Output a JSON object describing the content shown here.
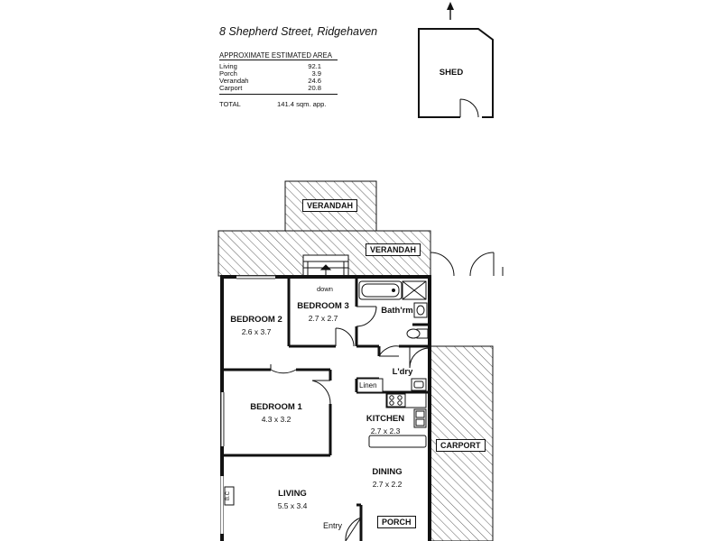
{
  "header": {
    "address": "8 Shepherd Street, Ridgehaven"
  },
  "area_table": {
    "heading": "APPROXIMATE ESTIMATED AREA",
    "rows": [
      {
        "name": "Living",
        "value": "92.1"
      },
      {
        "name": "Porch",
        "value": "3.9"
      },
      {
        "name": "Verandah",
        "value": "24.6"
      },
      {
        "name": "Carport",
        "value": "20.8"
      }
    ],
    "total_label": "TOTAL",
    "total_value": "141.4 sqm. app."
  },
  "rooms": {
    "shed": "SHED",
    "verandah_top": "VERANDAH",
    "verandah_main": "VERANDAH",
    "bedroom2": {
      "name": "BEDROOM 2",
      "dims": "2.6 x 3.7"
    },
    "bedroom3": {
      "name": "BEDROOM 3",
      "dims": "2.7 x 2.7"
    },
    "bathroom": "Bath'rm",
    "laundry": "L'dry",
    "linen": "Linen",
    "bedroom1": {
      "name": "BEDROOM 1",
      "dims": "4.3 x 3.2"
    },
    "kitchen": {
      "name": "KITCHEN",
      "dims": "2.7 x 2.3"
    },
    "dining": {
      "name": "DINING",
      "dims": "2.7 x 2.2"
    },
    "living": {
      "name": "LIVING",
      "dims": "5.5 x 3.4"
    },
    "carport": "CARPORT",
    "porch": "PORCH",
    "entry": "Entry"
  },
  "annotations": {
    "stairs": "down",
    "heater": "B.C"
  },
  "icons": {
    "compass": "north-arrow-icon"
  }
}
